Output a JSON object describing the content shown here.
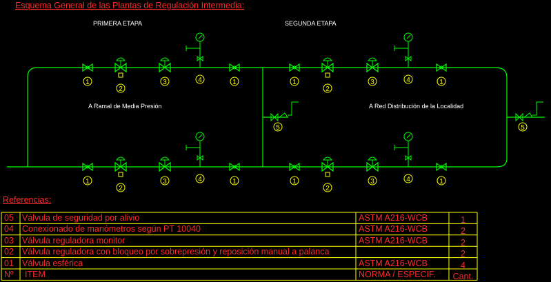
{
  "title": "Esquema General de las Plantas de Regulación Intermedia:",
  "stage_labels": {
    "first": "PRIMERA ETAPA",
    "second": "SEGUNDA ETAPA"
  },
  "side_labels": {
    "left": "A Ramal de Media Presión",
    "right": "A Red Distribución de la Localidad"
  },
  "diagram": {
    "line_color": "#00ff00",
    "balloon_color": "#ffff00",
    "top_line_numbers": [
      "1",
      "2",
      "3",
      "4",
      "1",
      "1",
      "2",
      "3",
      "4",
      "1"
    ],
    "bottom_line_numbers": [
      "1",
      "2",
      "3",
      "4",
      "1",
      "1",
      "2",
      "3",
      "4",
      "1"
    ],
    "relief_valve_numbers": [
      "5",
      "5"
    ]
  },
  "references": {
    "title": "Referencias:",
    "rows": [
      {
        "num": "05",
        "item": "Válvula de seguridad por alivio",
        "norma": "",
        "cant": "1"
      },
      {
        "num": "04",
        "item": "Conexionado de manómetros según PT 10040",
        "norma": "ASTM A216-WCB",
        "cant": "2"
      },
      {
        "num": "03",
        "item": "Válvula reguladora monitor",
        "norma": "ASTM A216-WCB",
        "cant": "2"
      },
      {
        "num": "02",
        "item": "Válvula reguladora con bloqueo por sobrepresión y reposición manual a palanca",
        "norma": "",
        "cant": "2"
      },
      {
        "num": "01",
        "item": "Válvula esférica",
        "norma": "ASTM A216-WCB",
        "cant": "4"
      }
    ],
    "header": {
      "num": "Nº",
      "item": "ITEM",
      "norma": "NORMA / ESPECIF.",
      "cant": "Cant."
    },
    "norma_top": "ASTM A216-WCB",
    "table_color": "#ffff00",
    "text_color": "#ff2a2a"
  }
}
